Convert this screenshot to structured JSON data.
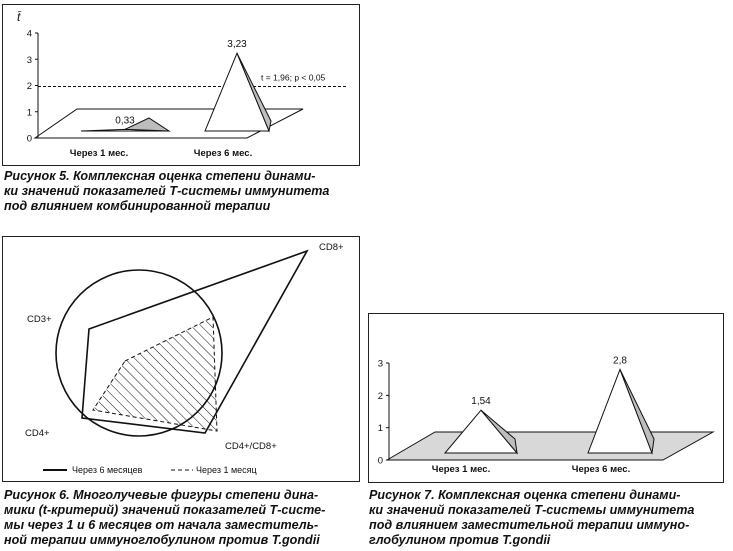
{
  "fig5": {
    "caption_lines": [
      "Рисунок 5. Комплексная оценка степени динами-",
      "ки значений показателей Т-системы иммунитета",
      "под влиянием комбинированной терапии"
    ]
  },
  "fig6": {
    "caption_lines": [
      "Рисунок 6. Многолучевые фигуры степени дина-",
      "мики (t-критерий) значений показателей Т-систе-",
      "мы через 1 и 6 месяцев от начала заместитель-",
      "ной терапии иммуноглобулином против T.gondii"
    ]
  },
  "fig7": {
    "caption_lines": [
      "Рисунок 7. Комплексная оценка степени динами-",
      "ки значений показателей Т-системы иммунитета",
      "под влиянием заместительной терапии иммуно-",
      "глобулином против T.gondii"
    ]
  },
  "chart_data": [
    {
      "id": "fig5",
      "type": "bar",
      "shape": "3d-pyramid",
      "ylabel": "t̄",
      "ylim": [
        0,
        4
      ],
      "yticks": [
        "0",
        "1",
        "2",
        "3",
        "4"
      ],
      "categories": [
        "Через 1 мес.",
        "Через 6 мес."
      ],
      "values": [
        0.33,
        3.23
      ],
      "value_labels": [
        "0,33",
        "3,23"
      ],
      "threshold": {
        "value": 1.96,
        "label": "t = 1,96; p < 0,05",
        "style": "dashed"
      },
      "grid": false
    },
    {
      "id": "fig6",
      "type": "radar",
      "axes": [
        "CD8+",
        "CD3+",
        "CD4+",
        "CD4+/CD8+"
      ],
      "series": [
        {
          "name": "Через 6 месяцев",
          "style": "solid"
        },
        {
          "name": "Через 1 месяц",
          "style": "dashed-hatched"
        }
      ],
      "reference_circle": true
    },
    {
      "id": "fig7",
      "type": "bar",
      "shape": "3d-pyramid",
      "ylim": [
        0,
        3
      ],
      "yticks": [
        "0",
        "1",
        "2",
        "3"
      ],
      "categories": [
        "Через 1 мес.",
        "Через 6 мес."
      ],
      "values": [
        1.54,
        2.8
      ],
      "value_labels": [
        "1,54",
        "2,8"
      ],
      "floor_color": "#d8d8d8",
      "grid": false
    }
  ]
}
